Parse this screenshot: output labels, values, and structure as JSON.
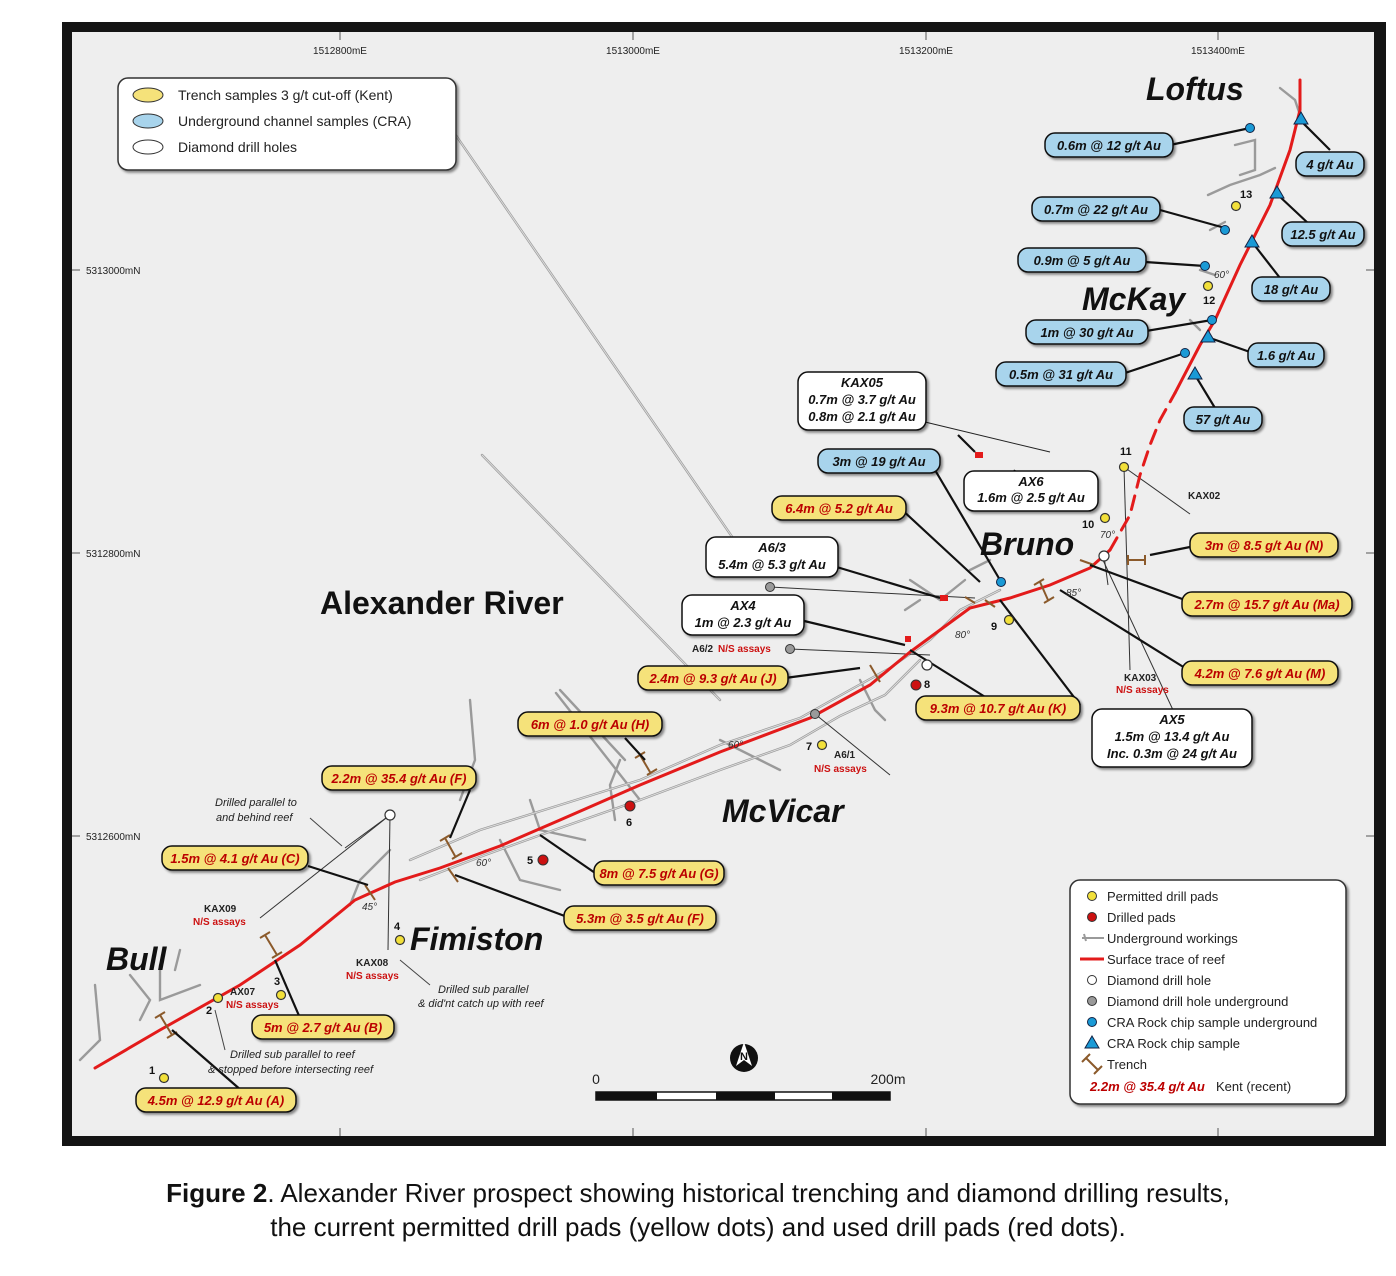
{
  "axes": {
    "eastings": [
      "1512800mE",
      "1513000mE",
      "1513200mE",
      "1513400mE"
    ],
    "northings": [
      "5313000mN",
      "5312800mN",
      "5312600mN"
    ]
  },
  "legend_top": {
    "items": [
      {
        "label": "Trench samples 3 g/t cut-off (Kent)",
        "color": "#f5e27a"
      },
      {
        "label": "Underground channel samples (CRA)",
        "color": "#a8d4ec"
      },
      {
        "label": "Diamond drill holes",
        "color": "#ffffff"
      }
    ]
  },
  "places": {
    "loftus": "Loftus",
    "mckay": "McKay",
    "bruno": "Bruno",
    "alexander_river": "Alexander River",
    "mcvicar": "McVicar",
    "fimiston": "Fimiston",
    "bull": "Bull"
  },
  "channel_callouts": [
    "0.6m @ 12 g/t Au",
    "0.7m @ 22 g/t Au",
    "0.9m @ 5 g/t Au",
    "1m @ 30 g/t Au",
    "0.5m @ 31 g/t Au",
    "3m @ 19 g/t Au"
  ],
  "rock_chip_callouts": [
    "4 g/t Au",
    "12.5 g/t Au",
    "18 g/t Au",
    "1.6 g/t Au",
    "57 g/t Au"
  ],
  "trench_callouts": [
    "6.4m @ 5.2 g/t Au",
    "3m @ 8.5 g/t Au (N)",
    "2.7m @ 15.7 g/t Au (Ma)",
    "4.2m @ 7.6 g/t Au (M)",
    "2.4m @ 9.3 g/t Au (J)",
    "9.3m @ 10.7 g/t Au (K)",
    "6m @ 1.0 g/t Au (H)",
    "2.2m @ 35.4 g/t Au (F)",
    "1.5m @ 4.1 g/t Au (C)",
    "8m @ 7.5 g/t Au (G)",
    "5.3m @ 3.5 g/t Au (F)",
    "5m @ 2.7 g/t Au (B)",
    "4.5m @ 12.9 g/t Au (A)"
  ],
  "drill_callouts": {
    "kax05": {
      "title": "KAX05",
      "lines": [
        "0.7m @ 3.7 g/t Au",
        "0.8m @ 2.1 g/t Au"
      ]
    },
    "ax6": {
      "title": "AX6",
      "lines": [
        "1.6m @ 2.5 g/t Au"
      ]
    },
    "a63": {
      "title": "A6/3",
      "lines": [
        "5.4m @ 5.3 g/t Au"
      ]
    },
    "ax4": {
      "title": "AX4",
      "lines": [
        "1m @ 2.3 g/t Au"
      ]
    },
    "ax5": {
      "title": "AX5",
      "lines": [
        "1.5m @ 13.4 g/t Au",
        "Inc. 0.3m @ 24 g/t Au"
      ]
    }
  },
  "hole_labels": {
    "kax02": "KAX02",
    "kax03": "KAX03",
    "kax09": "KAX09",
    "kax08": "KAX08",
    "ax07": "AX07",
    "a62": "A6/2",
    "a61": "A6/1",
    "ns": "N/S assays"
  },
  "pad_numbers": [
    "1",
    "2",
    "3",
    "4",
    "5",
    "6",
    "7",
    "8",
    "9",
    "10",
    "11",
    "12",
    "13"
  ],
  "angles": [
    "60°",
    "70°",
    "85°",
    "80°",
    "60°",
    "60°",
    "45°"
  ],
  "notes": {
    "parallel_behind": [
      "Drilled parallel to",
      "and behind reef"
    ],
    "sub_parallel_catch": [
      "Drilled sub parallel",
      "& did'nt catch up with reef"
    ],
    "sub_parallel_stopped": [
      "Drilled sub parallel to reef",
      "& stopped before intersecting reef"
    ]
  },
  "scale": {
    "start": "0",
    "end": "200m",
    "north": "N"
  },
  "legend_bottom": {
    "items": [
      {
        "label": "Permitted drill pads",
        "symbol": "yellow-dot"
      },
      {
        "label": "Drilled pads",
        "symbol": "red-dot"
      },
      {
        "label": "Underground workings",
        "symbol": "grey-double-line"
      },
      {
        "label": "Surface trace of reef",
        "symbol": "red-line"
      },
      {
        "label": "Diamond drill hole",
        "symbol": "white-dot"
      },
      {
        "label": "Diamond drill hole underground",
        "symbol": "grey-dot"
      },
      {
        "label": "CRA Rock chip sample underground",
        "symbol": "blue-dot"
      },
      {
        "label": "CRA Rock chip sample",
        "symbol": "blue-triangle"
      },
      {
        "label": "Trench",
        "symbol": "trench"
      }
    ],
    "example_value": "2.2m @ 35.4 g/t Au",
    "example_label": "Kent (recent)"
  },
  "colors": {
    "map_bg": "#eeeeee",
    "reef": "#e31b1b",
    "workings": "#9a9a9a",
    "yellow_fill": "#f5e27a",
    "blue_fill": "#a8d4ec",
    "cra_blue": "#1a9ad6",
    "drilled_red": "#cc1111"
  },
  "caption": {
    "bold": "Figure 2",
    "text": ". Alexander River prospect showing historical trenching and diamond drilling results,",
    "line2": "the current permitted drill pads (yellow dots) and used drill pads (red dots)."
  }
}
